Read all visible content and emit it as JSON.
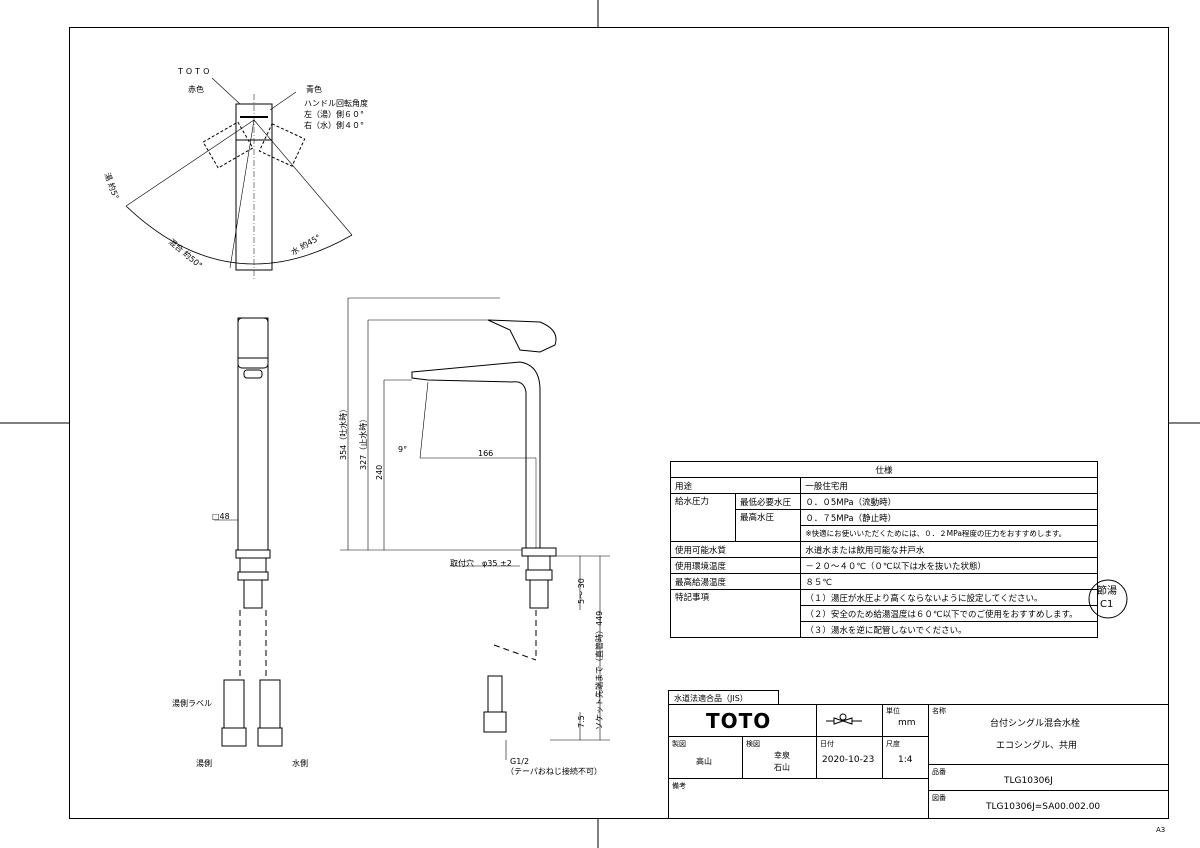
{
  "top_view": {
    "brand": "TOTO",
    "red_label": "赤色",
    "blue_label": "青色",
    "rotation_title": "ハンドル回転角度",
    "rotation_left": "左（湯）側６０°",
    "rotation_right": "右（水）側４０°",
    "hot_label": "湯",
    "hot_angle": "約5°",
    "mix_label": "混合",
    "mix_angle": "約50°",
    "cold_label": "水",
    "cold_angle": "約45°"
  },
  "front_view": {
    "square_size": "□48",
    "hot_label_tag": "湯側ラベル",
    "hot_side": "湯側",
    "cold_side": "水側"
  },
  "side_view": {
    "dim_354": "354（吐水時）",
    "dim_327": "327（止水時）",
    "dim_240": "240",
    "dim_166": "166",
    "angle_9": "9°",
    "mount_hole": "取付穴　φ35 ±2",
    "dim_5_30": "5～ 30",
    "dim_449": "ソケット先端まで（直管時）449",
    "dim_75": "7.5",
    "thread": "G1/2",
    "thread_note": "（テーパおねじ接続不可）"
  },
  "spec": {
    "title": "仕様",
    "rows": [
      {
        "label": "用途",
        "sub": "",
        "value": "一般住宅用"
      },
      {
        "label": "給水圧力",
        "sub": "最低必要水圧",
        "value": "０．０5MPa（流動時）"
      },
      {
        "label": "",
        "sub": "最高水圧",
        "value": "０．７5MPa（静止時）"
      },
      {
        "label": "",
        "sub": "",
        "value": "※快適にお使いいただくためには、０．２MPa程度の圧力をおすすめします。"
      },
      {
        "label": "使用可能水質",
        "sub": "",
        "value": "水道水または飲用可能な井戸水"
      },
      {
        "label": "使用環境温度",
        "sub": "",
        "value": "－２０～４０℃（０℃以下は水を抜いた状態）"
      },
      {
        "label": "最高給湯温度",
        "sub": "",
        "value": "８５℃"
      },
      {
        "label": "特記事項",
        "sub": "",
        "value": "（１）湯圧が水圧より高くならないように設定してください。"
      },
      {
        "label": "",
        "sub": "",
        "value": "（２）安全のため給湯温度は６０℃以下でのご使用をおすすめします。"
      },
      {
        "label": "",
        "sub": "",
        "value": "（３）湯水を逆に配管しないでください。"
      }
    ]
  },
  "stamp": {
    "line1": "節湯",
    "line2": "C1"
  },
  "title_block": {
    "compliance": "水道法適合品（JIS）",
    "logo": "TOTO",
    "unit_label": "単位",
    "unit": "mm",
    "name_label": "名称",
    "name1": "台付シングル混合水栓",
    "name2": "エコシングル、共用",
    "drawn_label": "製図",
    "drawn_by": "高山",
    "checked_label": "検図",
    "checked_by1": "幸泉",
    "checked_by2": "石山",
    "date_label": "日付",
    "date": "2020-10-23",
    "scale_label": "尺度",
    "scale": "1:4",
    "part_label": "品番",
    "part_no": "TLG10306J",
    "remarks_label": "備考",
    "drawing_label": "図番",
    "drawing_no": "TLG10306J=SA00.002.00"
  },
  "sheet_size": "A3"
}
